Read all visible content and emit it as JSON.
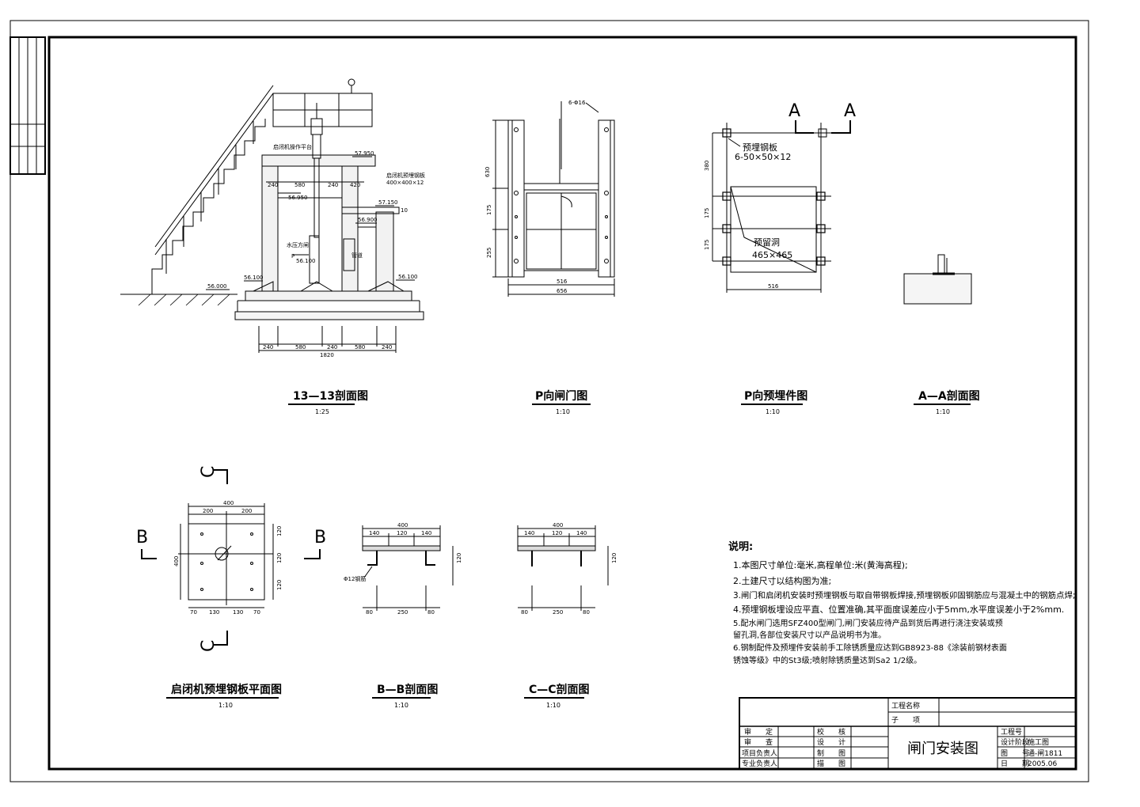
{
  "views": {
    "v1": {
      "title": "13—13剖面图",
      "scale": "1:25"
    },
    "v2": {
      "title": "P向闸门图",
      "scale": "1:10"
    },
    "v3": {
      "title": "P向预埋件图",
      "scale": "1:10"
    },
    "v4": {
      "title": "A—A剖面图",
      "scale": "1:10"
    },
    "v5": {
      "title": "启闭机预埋钢板平面图",
      "scale": "1:10"
    },
    "v6": {
      "title": "B—B剖面图",
      "scale": "1:10"
    },
    "v7": {
      "title": "C—C剖面图",
      "scale": "1:10"
    }
  },
  "section_markers": {
    "a_left": "A",
    "a_right": "A",
    "b_left": "B",
    "b_right": "B",
    "c_top": "C",
    "c_bottom": "C"
  },
  "view1_labels": {
    "platform": "启闭机操作平台",
    "plate": "启闭机预埋钢板",
    "plate_size": "400×400×12",
    "elev_top": "57.950",
    "elev_mid": "57.150",
    "elev_water": "56.950",
    "elev_water2": "56.900",
    "elev_left_floor": "56.100",
    "elev_gate": "56.100",
    "elev_right_floor": "56.100",
    "elev_ground": "56.000",
    "valve": "水压方闸",
    "p_arrow": "P",
    "pipe": "管道",
    "num_10": "10",
    "d240a": "240",
    "d580": "580",
    "d240b": "240",
    "d420": "420",
    "b_d240a": "240",
    "b_d580a": "580",
    "b_d240b": "240",
    "b_d580b": "580",
    "b_d240c": "240",
    "b_total": "1820"
  },
  "view2_labels": {
    "tag": "6-Φ16",
    "h1": "630",
    "h2": "175",
    "h3": "255",
    "w1": "516",
    "w2": "656"
  },
  "view3_labels": {
    "plate": "预埋钢板",
    "plate_size": "6-50×50×12",
    "hole": "预留洞",
    "hole_size": "465×465",
    "h1": "380",
    "h2": "175",
    "h3": "175",
    "w": "516"
  },
  "view5_labels": {
    "w": "400",
    "w1": "200",
    "w2": "200",
    "h": "400",
    "h1": "120",
    "h2": "120",
    "h3": "120",
    "b1": "70",
    "b2": "130",
    "b3": "130",
    "b4": "70"
  },
  "view6_labels": {
    "w": "400",
    "w1": "140",
    "w2": "120",
    "w3": "140",
    "h": "120",
    "bar": "Φ12钢筋",
    "b1": "80",
    "b2": "250",
    "b3": "80"
  },
  "view7_labels": {
    "w": "400",
    "w1": "140",
    "w2": "120",
    "w3": "140",
    "h": "120",
    "b1": "80",
    "b2": "250",
    "b3": "80"
  },
  "notes": {
    "heading": "说明:",
    "n1": "1.本图尺寸单位:毫米,高程单位:米(黄海高程);",
    "n2": "2.土建尺寸以结构图为准;",
    "n3": "3.闸门和启闭机安装时预埋钢板与取自带钢板焊接,预埋钢板卯固钢筋应与混凝土中的钢筋点焊;",
    "n4": "4.预埋钢板埋设应平直、位置准确,其平面度误差应小于5mm,水平度误差小于2%mm.",
    "n5a": "5.配水闸门选用SFZ400型闸门,闸门安装应待产品到货后再进行浇注安装或预",
    "n5b": "留孔洞,各部位安装尺寸以产品说明书为准。",
    "n6a": "6.钢制配件及预埋件安装前手工除锈质量应达到GB8923-88《涂装前钢材表面",
    "n6b": "锈蚀等级》中的St3级;喷射除锈质量达到Sa2 1/2级。"
  },
  "title_block": {
    "project": "工程名称",
    "sub": "子　　项",
    "shending": "审　　定",
    "shencha": "审　　查",
    "xmfzr": "项目负责人",
    "zyfzr": "专业负责人",
    "jiaohe": "校　　核",
    "sheji": "设　　计",
    "zhitu": "制　　图",
    "miaotu": "描　　图",
    "drawing_title": "闸门安装图",
    "gch": "工程号",
    "sjjd": "设计阶段",
    "sjjd_val": "施工图",
    "tuhao": "图　　号",
    "tuhao_val": "通-闸1811",
    "riqi": "日　　期",
    "riqi_val": "2005.06"
  }
}
